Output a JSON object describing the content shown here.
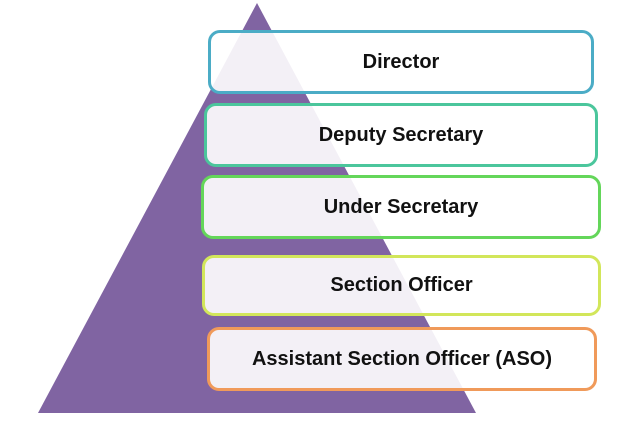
{
  "pyramid": {
    "color": "#8064a2"
  },
  "levels": [
    {
      "label": "Director",
      "border": "#4bacc6"
    },
    {
      "label": "Deputy Secretary",
      "border": "#4bc69c"
    },
    {
      "label": "Under Secretary",
      "border": "#64d65a"
    },
    {
      "label": "Section Officer",
      "border": "#d2e65a"
    },
    {
      "label": "Assistant Section Officer (ASO)",
      "border": "#f09a5a"
    }
  ]
}
